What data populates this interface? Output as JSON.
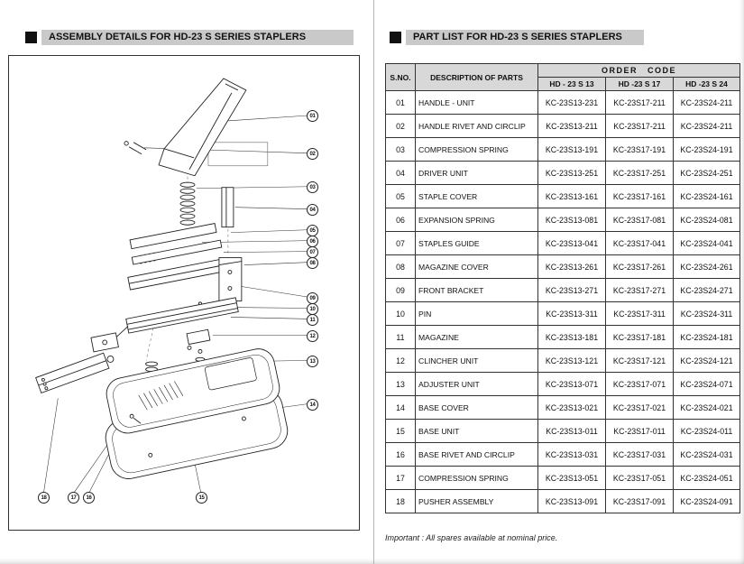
{
  "left_panel": {
    "title": "ASSEMBLY DETAILS FOR HD-23 S SERIES STAPLERS",
    "diagram": {
      "callouts": [
        "01",
        "02",
        "03",
        "04",
        "05",
        "06",
        "07",
        "08",
        "09",
        "10",
        "11",
        "12",
        "13",
        "14",
        "15",
        "16",
        "17",
        "18"
      ]
    }
  },
  "right_panel": {
    "title": "PART LIST FOR HD-23 S SERIES STAPLERS",
    "table": {
      "headers": {
        "sno": "S.NO.",
        "description": "DESCRIPTION OF PARTS",
        "order_code": "ORDER CODE",
        "models": [
          "HD - 23 S 13",
          "HD -23 S 17",
          "HD -23 S 24"
        ]
      },
      "rows": [
        {
          "sno": "01",
          "description": "HANDLE - UNIT",
          "codes": [
            "KC-23S13-231",
            "KC-23S17-211",
            "KC-23S24-211"
          ]
        },
        {
          "sno": "02",
          "description": "HANDLE RIVET AND CIRCLIP",
          "codes": [
            "KC-23S13-211",
            "KC-23S17-211",
            "KC-23S24-211"
          ]
        },
        {
          "sno": "03",
          "description": "COMPRESSION SPRING",
          "codes": [
            "KC-23S13-191",
            "KC-23S17-191",
            "KC-23S24-191"
          ]
        },
        {
          "sno": "04",
          "description": "DRIVER UNIT",
          "codes": [
            "KC-23S13-251",
            "KC-23S17-251",
            "KC-23S24-251"
          ]
        },
        {
          "sno": "05",
          "description": "STAPLE COVER",
          "codes": [
            "KC-23S13-161",
            "KC-23S17-161",
            "KC-23S24-161"
          ]
        },
        {
          "sno": "06",
          "description": "EXPANSION SPRING",
          "codes": [
            "KC-23S13-081",
            "KC-23S17-081",
            "KC-23S24-081"
          ]
        },
        {
          "sno": "07",
          "description": "STAPLES GUIDE",
          "codes": [
            "KC-23S13-041",
            "KC-23S17-041",
            "KC-23S24-041"
          ]
        },
        {
          "sno": "08",
          "description": "MAGAZINE COVER",
          "codes": [
            "KC-23S13-261",
            "KC-23S17-261",
            "KC-23S24-261"
          ]
        },
        {
          "sno": "09",
          "description": "FRONT BRACKET",
          "codes": [
            "KC-23S13-271",
            "KC-23S17-271",
            "KC-23S24-271"
          ]
        },
        {
          "sno": "10",
          "description": "PIN",
          "codes": [
            "KC-23S13-311",
            "KC-23S17-311",
            "KC-23S24-311"
          ]
        },
        {
          "sno": "11",
          "description": "MAGAZINE",
          "codes": [
            "KC-23S13-181",
            "KC-23S17-181",
            "KC-23S24-181"
          ]
        },
        {
          "sno": "12",
          "description": "CLINCHER UNIT",
          "codes": [
            "KC-23S13-121",
            "KC-23S17-121",
            "KC-23S24-121"
          ]
        },
        {
          "sno": "13",
          "description": "ADJUSTER UNIT",
          "codes": [
            "KC-23S13-071",
            "KC-23S17-071",
            "KC-23S24-071"
          ]
        },
        {
          "sno": "14",
          "description": "BASE COVER",
          "codes": [
            "KC-23S13-021",
            "KC-23S17-021",
            "KC-23S24-021"
          ]
        },
        {
          "sno": "15",
          "description": "BASE UNIT",
          "codes": [
            "KC-23S13-011",
            "KC-23S17-011",
            "KC-23S24-011"
          ]
        },
        {
          "sno": "16",
          "description": "BASE RIVET AND CIRCLIP",
          "codes": [
            "KC-23S13-031",
            "KC-23S17-031",
            "KC-23S24-031"
          ]
        },
        {
          "sno": "17",
          "description": "COMPRESSION SPRING",
          "codes": [
            "KC-23S13-051",
            "KC-23S17-051",
            "KC-23S24-051"
          ]
        },
        {
          "sno": "18",
          "description": "PUSHER ASSEMBLY",
          "codes": [
            "KC-23S13-091",
            "KC-23S17-091",
            "KC-23S24-091"
          ]
        }
      ]
    },
    "note": "Important : All spares available at nominal price."
  },
  "colors": {
    "header_bar": "#c9c9c9",
    "table_header_bg": "#d8d8d8",
    "ink": "#111111",
    "border": "#333333"
  }
}
